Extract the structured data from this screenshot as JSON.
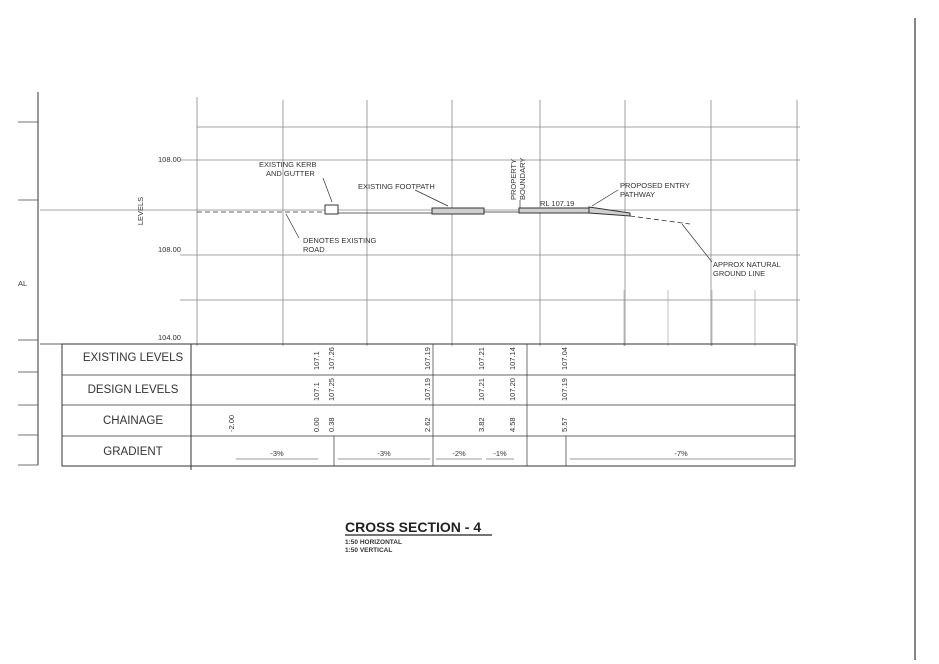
{
  "axis": {
    "label": "LEVELS",
    "ticks": [
      "108.00",
      "108.00",
      "104.00"
    ],
    "left_cut_text": "AL"
  },
  "annotations": {
    "kerb": [
      "EXISTING KERB",
      "AND GUTTER"
    ],
    "footpath": "EXISTING FOOTPATH",
    "road": [
      "DENOTES EXISTING",
      "ROAD"
    ],
    "boundary": [
      "PROPERTY",
      "BOUNDARY"
    ],
    "rl": "RL 107.19",
    "entry": [
      "PROPOSED ENTRY",
      "PATHWAY"
    ],
    "ground": [
      "APPROX NATURAL",
      "GROUND LINE"
    ]
  },
  "table": {
    "row_labels": [
      "EXISTING LEVELS",
      "DESIGN LEVELS",
      "CHAINAGE",
      "GRADIENT"
    ],
    "existing_levels": [
      "107.1",
      "107.26",
      "107.19",
      "107.21",
      "107.14",
      "107.04"
    ],
    "design_levels": [
      "107.1",
      "107.25",
      "107.19",
      "107.21",
      "107.20",
      "107.19"
    ],
    "chainage": [
      "-2.00",
      "0.00",
      "0.38",
      "2.62",
      "3.82",
      "4.58",
      "5.57"
    ],
    "gradient": [
      "-3%",
      "-3%",
      "-2%",
      "-1%",
      "-7%"
    ]
  },
  "footer": {
    "title": "CROSS SECTION - 4",
    "scale_h": "1:50 HORIZONTAL",
    "scale_v": "1:50 VERTICAL"
  }
}
